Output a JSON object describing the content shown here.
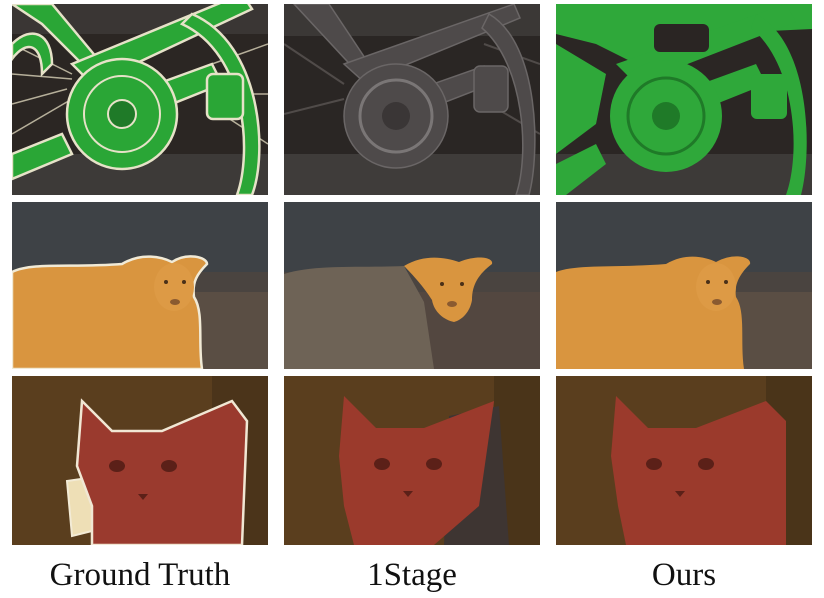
{
  "columns": [
    {
      "label": "Ground Truth"
    },
    {
      "label": "1Stage"
    },
    {
      "label": "Ours"
    }
  ],
  "rows": [
    {
      "subject": "bicycle",
      "mask_color": "#27a832"
    },
    {
      "subject": "sheep",
      "mask_color": "#d9923e"
    },
    {
      "subject": "cat",
      "mask_color": "#a6382a"
    }
  ]
}
